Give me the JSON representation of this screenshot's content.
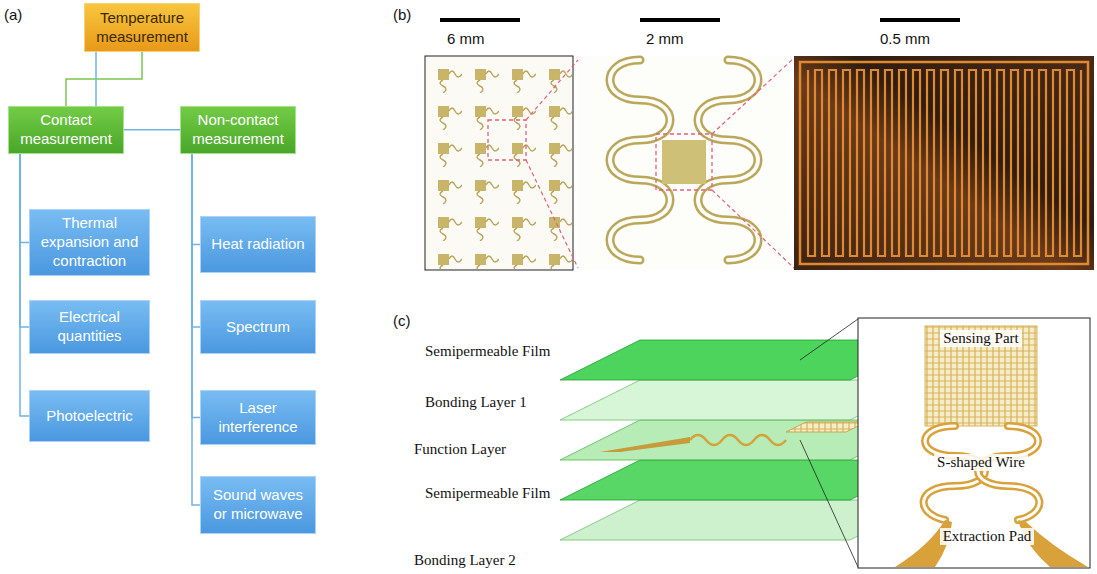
{
  "diagram": {
    "nodes": [
      {
        "text": [
          "Temperature measurement"
        ]
      },
      {
        "text": [
          "Contact measurement"
        ]
      },
      {
        "text": [
          "Non-contact measurement"
        ]
      },
      {
        "text": [
          "Thermal expansion and contraction"
        ]
      },
      {
        "text": [
          "Electrical quantities"
        ]
      },
      {
        "text": [
          "Photoelectric"
        ]
      },
      {
        "text": [
          "Heat radiation"
        ]
      },
      {
        "text": [
          "Spectrum"
        ]
      },
      {
        "text": [
          "Laser interference"
        ]
      },
      {
        "text": [
          "Sound waves or microwave"
        ]
      }
    ],
    "edges": [
      {
        "from": 0,
        "to": 1,
        "arrow": "none"
      },
      {
        "from": 0,
        "to": 2,
        "arrow": "none"
      },
      {
        "from": 1,
        "to": 3,
        "arrow": "none"
      },
      {
        "from": 1,
        "to": 4,
        "arrow": "none"
      },
      {
        "from": 1,
        "to": 5,
        "arrow": "none"
      },
      {
        "from": 2,
        "to": 6,
        "arrow": "none"
      },
      {
        "from": 2,
        "to": 7,
        "arrow": "none"
      },
      {
        "from": 2,
        "to": 8,
        "arrow": "none"
      },
      {
        "from": 2,
        "to": 9,
        "arrow": "none"
      }
    ],
    "labels": [
      "(a)",
      "(b)",
      "(c)",
      "6 mm",
      "2 mm",
      "0.5 mm",
      "Semipermeable Film",
      "Bonding Layer 1",
      "Function Layer",
      "Semipermeable Film",
      "Bonding Layer 2",
      "Sensing Part",
      "S-shaped Wire",
      "Extraction Pad"
    ]
  }
}
